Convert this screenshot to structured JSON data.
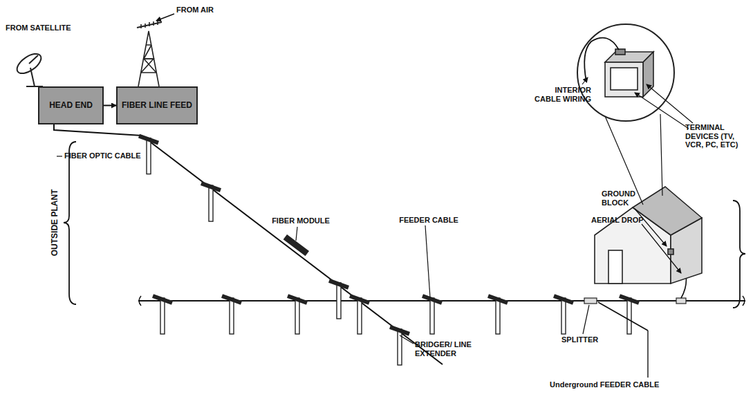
{
  "diagram": {
    "nodes": [
      {
        "text": [
          "HEAD END"
        ]
      },
      {
        "text": [
          "FIBER LINE FEED"
        ]
      }
    ],
    "edges": [
      {
        "from": 0,
        "to": 1,
        "arrow": "to"
      }
    ],
    "labels": [
      "FROM SATELLITE",
      "FROM AIR",
      "FIBER OPTIC CABLE",
      "OUTSIDE PLANT",
      "FIBER MODULE",
      "FEEDER CABLE",
      "BRIDGER/ LINE EXTENDER",
      "SPLITTER",
      "Underground FEEDER CABLE",
      "INTERIOR CABLE WIRING",
      "TERMINAL DEVICES (TV, VCR, PC, ETC)",
      "GROUND BLOCK",
      "AERIAL DROP"
    ]
  }
}
